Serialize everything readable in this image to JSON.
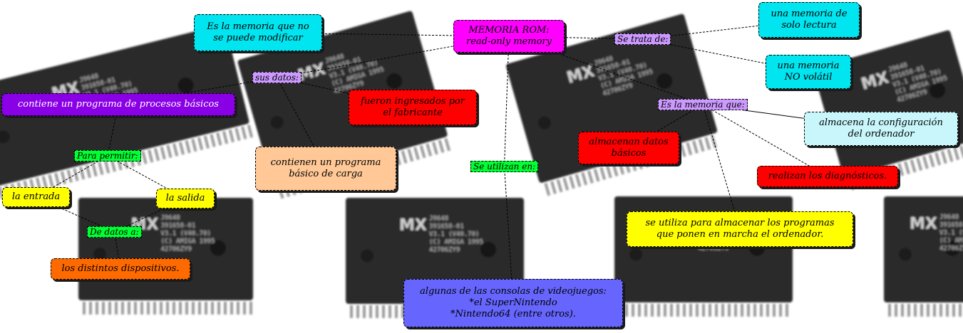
{
  "colors": {
    "magenta": "#ff00ff",
    "cyan": "#00e5ef",
    "light_cyan": "#c8f6fb",
    "purple": "#8a00e6",
    "red": "#ff0000",
    "yellow": "#ffff00",
    "orange": "#ff6a00",
    "peach": "#ffc896",
    "blue": "#6666ff",
    "green_label": "#00ff33",
    "lavender_label": "#cc99ff"
  },
  "chip_marking": {
    "brand": "MX",
    "line1": "J9648",
    "line2": "391658-01",
    "line3": "V3.1 (V40.70)",
    "line4": "(C) AMIGA 1995",
    "line5": "42706ZY9"
  },
  "nodes": {
    "root": "MEMORIA ROM:\nread-only memory",
    "no_modificar": "Es la memoria que no\nse puede modificar",
    "solo_lectura": "una memoria de\nsolo lectura",
    "no_volatil": "una memoria\nNO volátil",
    "programa_procesos": "contiene un programa de procesos básicos",
    "ingresados": "fueron ingresados por\nel fabricante",
    "programa_carga": "contienen un programa\nbásico de carga",
    "almacena_config": "almacena la configuración\ndel ordenador",
    "datos_basicos": "almacenan datos\nbásicos",
    "diagnosticos": "realizan los diagnósticos.",
    "programas_marcha": "se utiliza para almacenar los programas\nque ponen en marcha el ordenador.",
    "entrada": "la entrada",
    "salida": "la salida",
    "dispositivos": "los distintos dispositivos.",
    "consolas": "algunas de las consolas de videojuegos:\n*el SuperNintendo\n*Nintendo64 (entre otros)."
  },
  "labels": {
    "se_trata_de": "Se trata de:",
    "sus_datos": "sus datos:",
    "es_la_memoria_que": "Es la memoria que:",
    "para_permitir": "Para permitir:",
    "se_utilizan_en": "Se utilizan en:",
    "de_datos_a": "De datos a:"
  }
}
